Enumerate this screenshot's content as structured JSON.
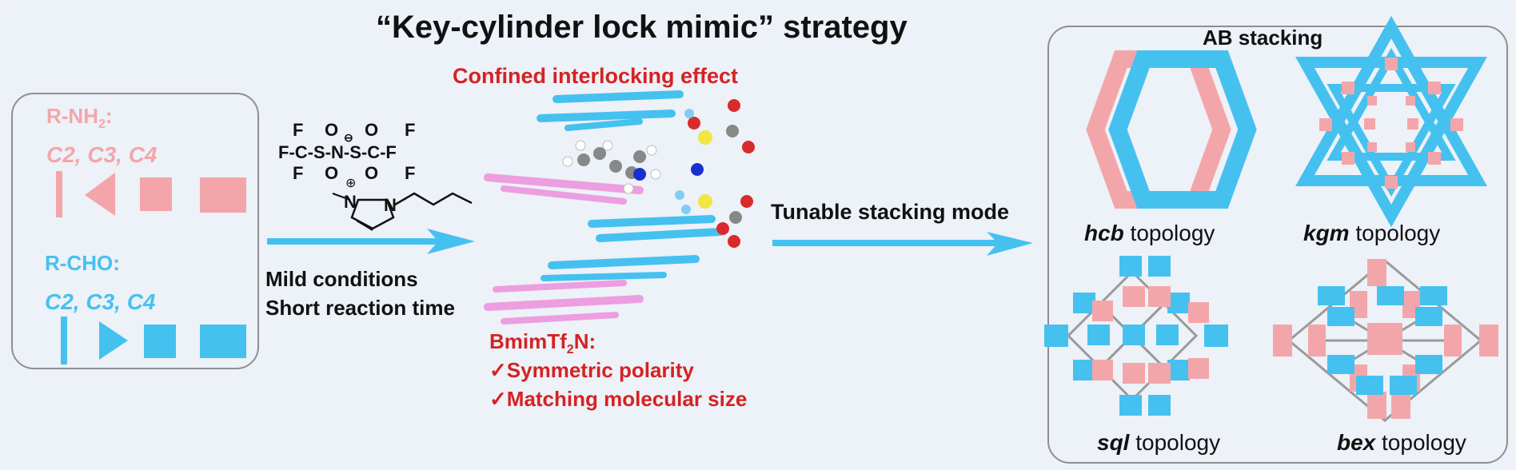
{
  "title": "“Key-cylinder lock mimic” strategy",
  "left_box": {
    "amine_label": "R-NH",
    "amine_sub": "2",
    "amine_suffix": ":",
    "amine_shapes": "C2, C3, C4",
    "aldehyde_label": "R-CHO:",
    "aldehyde_shapes": "C2, C3, C4"
  },
  "reaction": {
    "conditions_line1": "Mild conditions",
    "conditions_line2": "Short reaction time",
    "anion_row": [
      "F",
      "F",
      "C",
      "S",
      "N",
      "S",
      "C",
      "F",
      "F"
    ],
    "anion_o": "O",
    "anion_f": "F",
    "anion_charge": "⊖",
    "cation_charge": "⊕",
    "cation_n": "N"
  },
  "center": {
    "effect_label": "Confined interlocking effect",
    "il_name": "BmimTf",
    "il_sub": "2",
    "il_suffix": "N:",
    "feature1": "✓Symmetric polarity",
    "feature2": "✓Matching molecular size"
  },
  "arrow2_label": "Tunable stacking mode",
  "right_box": {
    "header": "AB stacking",
    "topologies": [
      {
        "key": "hcb",
        "rest": " topology"
      },
      {
        "key": "kgm",
        "rest": " topology"
      },
      {
        "key": "sql",
        "rest": " topology"
      },
      {
        "key": "bex",
        "rest": " topology"
      }
    ]
  },
  "colors": {
    "pink": "#f3a6aa",
    "blue": "#45c1ef",
    "red": "#d52222",
    "line": "#9a9a9a"
  }
}
